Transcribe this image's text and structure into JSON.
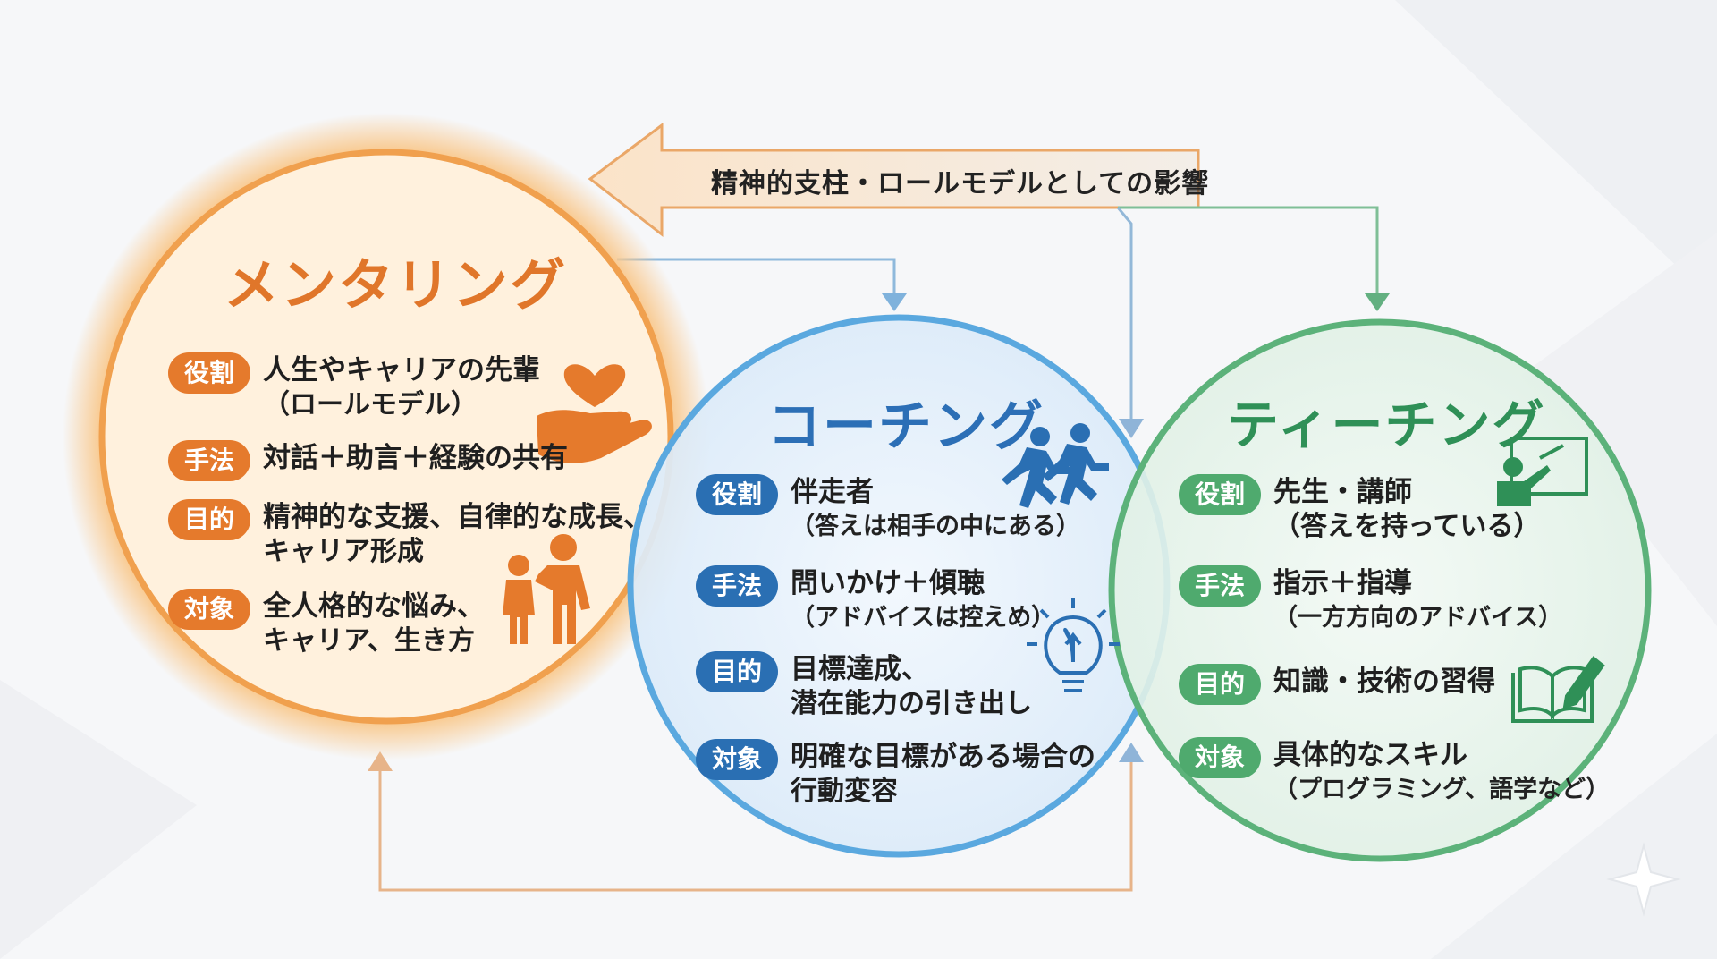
{
  "top_arrow_label": "精神的支柱・ロールモデルとしての影響",
  "colors": {
    "mentoring": "#e57a2c",
    "coaching": "#2a6fb3",
    "teaching": "#4faa6e"
  },
  "mentoring": {
    "title": "メンタリング",
    "rows": [
      {
        "badge": "役割",
        "line1": "人生やキャリアの先輩",
        "line2": "（ロールモデル）"
      },
      {
        "badge": "手法",
        "line1": "対話＋助言＋経験の共有",
        "line2": ""
      },
      {
        "badge": "目的",
        "line1": "精神的な支援、自律的な成長、",
        "line2": "キャリア形成"
      },
      {
        "badge": "対象",
        "line1": "全人格的な悩み、",
        "line2": "キャリア、生き方"
      }
    ],
    "icons": [
      "heart-hand-icon",
      "mentor-people-icon"
    ]
  },
  "coaching": {
    "title": "コーチング",
    "rows": [
      {
        "badge": "役割",
        "line1": "伴走者",
        "line2": "（答えは相手の中にある）"
      },
      {
        "badge": "手法",
        "line1": "問いかけ＋傾聴",
        "line2": "（アドバイスは控えめ）"
      },
      {
        "badge": "目的",
        "line1": "目標達成、",
        "line2": "潜在能力の引き出し"
      },
      {
        "badge": "対象",
        "line1": "明確な目標がある場合の",
        "line2": "行動変容"
      }
    ],
    "icons": [
      "runners-icon",
      "lightbulb-icon"
    ]
  },
  "teaching": {
    "title": "ティーチング",
    "rows": [
      {
        "badge": "役割",
        "line1": "先生・講師",
        "line2": "（答えを持っている）"
      },
      {
        "badge": "手法",
        "line1": "指示＋指導",
        "line2": "（一方方向のアドバイス）"
      },
      {
        "badge": "目的",
        "line1": "知識・技術の習得",
        "line2": ""
      },
      {
        "badge": "対象",
        "line1": "具体的なスキル",
        "line2": "（プログラミング、語学など）"
      }
    ],
    "icons": [
      "teacher-board-icon",
      "book-pencil-icon"
    ]
  }
}
